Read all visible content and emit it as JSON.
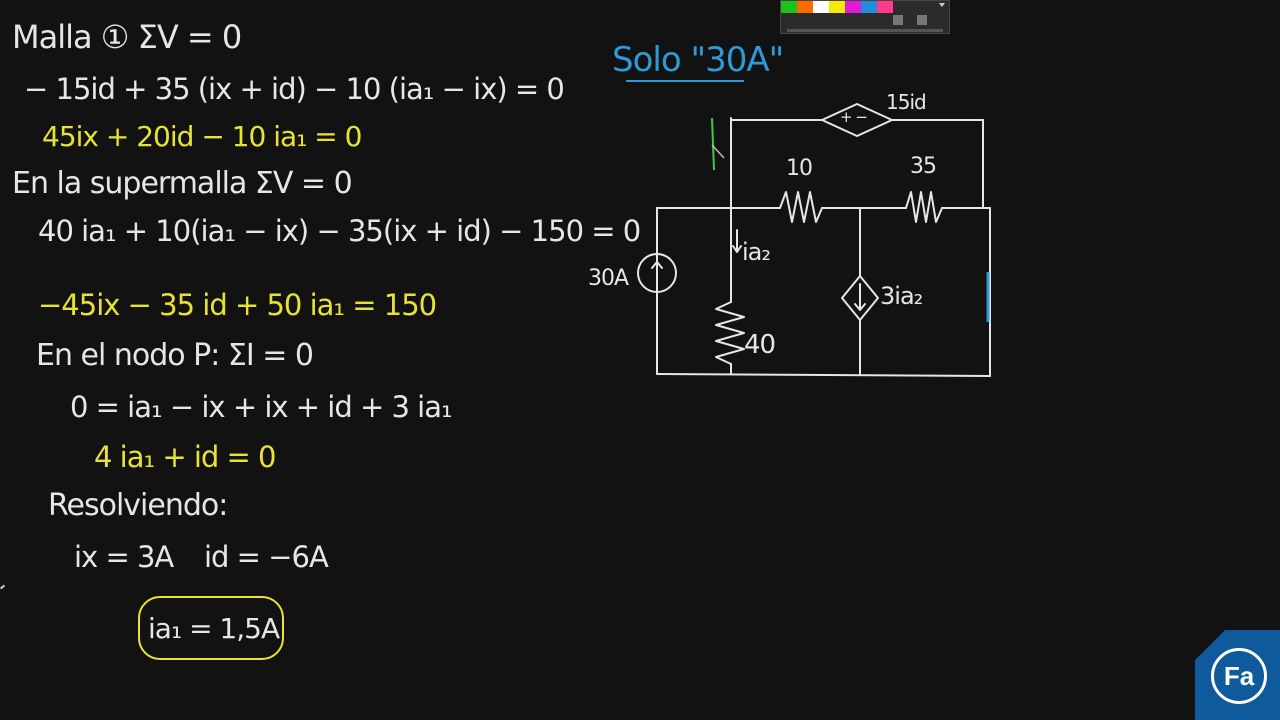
{
  "lines": [
    {
      "text": "Malla ① ΣV = 0",
      "color": "w"
    },
    {
      "text": "− 15id + 35 (ix + id) − 10 (ia₁ − ix) = 0",
      "color": "w"
    },
    {
      "text": "45ix + 20id − 10 ia₁ = 0",
      "color": "y"
    },
    {
      "text": "En la supermalla ΣV = 0",
      "color": "w"
    },
    {
      "text": "40 ia₁ + 10(ia₁ − ix) − 35(ix + id) − 150 = 0",
      "color": "w"
    },
    {
      "text": "−45ix − 35 id + 50 ia₁ = 150",
      "color": "y"
    },
    {
      "text": "En el nodo P: ΣI = 0",
      "color": "w"
    },
    {
      "text": "0 = ia₁ − ix + ix + id + 3 ia₁",
      "color": "w"
    },
    {
      "text": "4 ia₁ + id = 0",
      "color": "y"
    },
    {
      "text": "Resolviendo:",
      "color": "w"
    },
    {
      "text": "ix = 3A",
      "color": "w"
    },
    {
      "text": "id = −6A",
      "color": "w"
    },
    {
      "text": "ia₁ = 1,5A",
      "color": "w"
    }
  ],
  "solo_title": "Solo \"30A\"",
  "circuit": {
    "dep_voltage_label": "15id",
    "dep_voltage_sign": "+ −",
    "r1_label": "10",
    "r2_label": "35",
    "r3_label": "40",
    "current_source_label": "30A",
    "current_label": "ia₂",
    "dep_current_label": "3ia₂"
  },
  "logo_text": "Fa",
  "colors": {
    "background": "#121212",
    "chalk_white": "#e6e6e6",
    "chalk_yellow": "#e8e235",
    "chalk_blue": "#2e9ad6",
    "logo_blue": "#0f5a9c"
  }
}
